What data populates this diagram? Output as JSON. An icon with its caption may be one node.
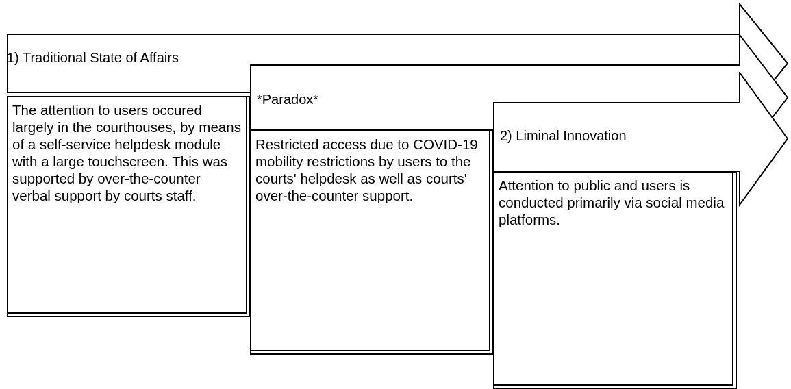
{
  "diagram": {
    "nodes": [
      {
        "text": [
          "1) Traditional State of Affairs"
        ]
      },
      {
        "text": [
          "The attention to users occured largely in the courthouses, by means of a self-service helpdesk module with a large touchscreen. This was supported by over-the-counter verbal support by courts staff."
        ]
      },
      {
        "text": [
          "*Paradox*"
        ]
      },
      {
        "text": [
          "Restricted access due to COVID-19 mobility restrictions by users to the courts' helpdesk as well as courts' over-the-counter support."
        ]
      },
      {
        "text": [
          "2) Liminal Innovation"
        ]
      },
      {
        "text": [
          "Attention to public and users is conducted primarily via social media platforms."
        ]
      }
    ]
  }
}
